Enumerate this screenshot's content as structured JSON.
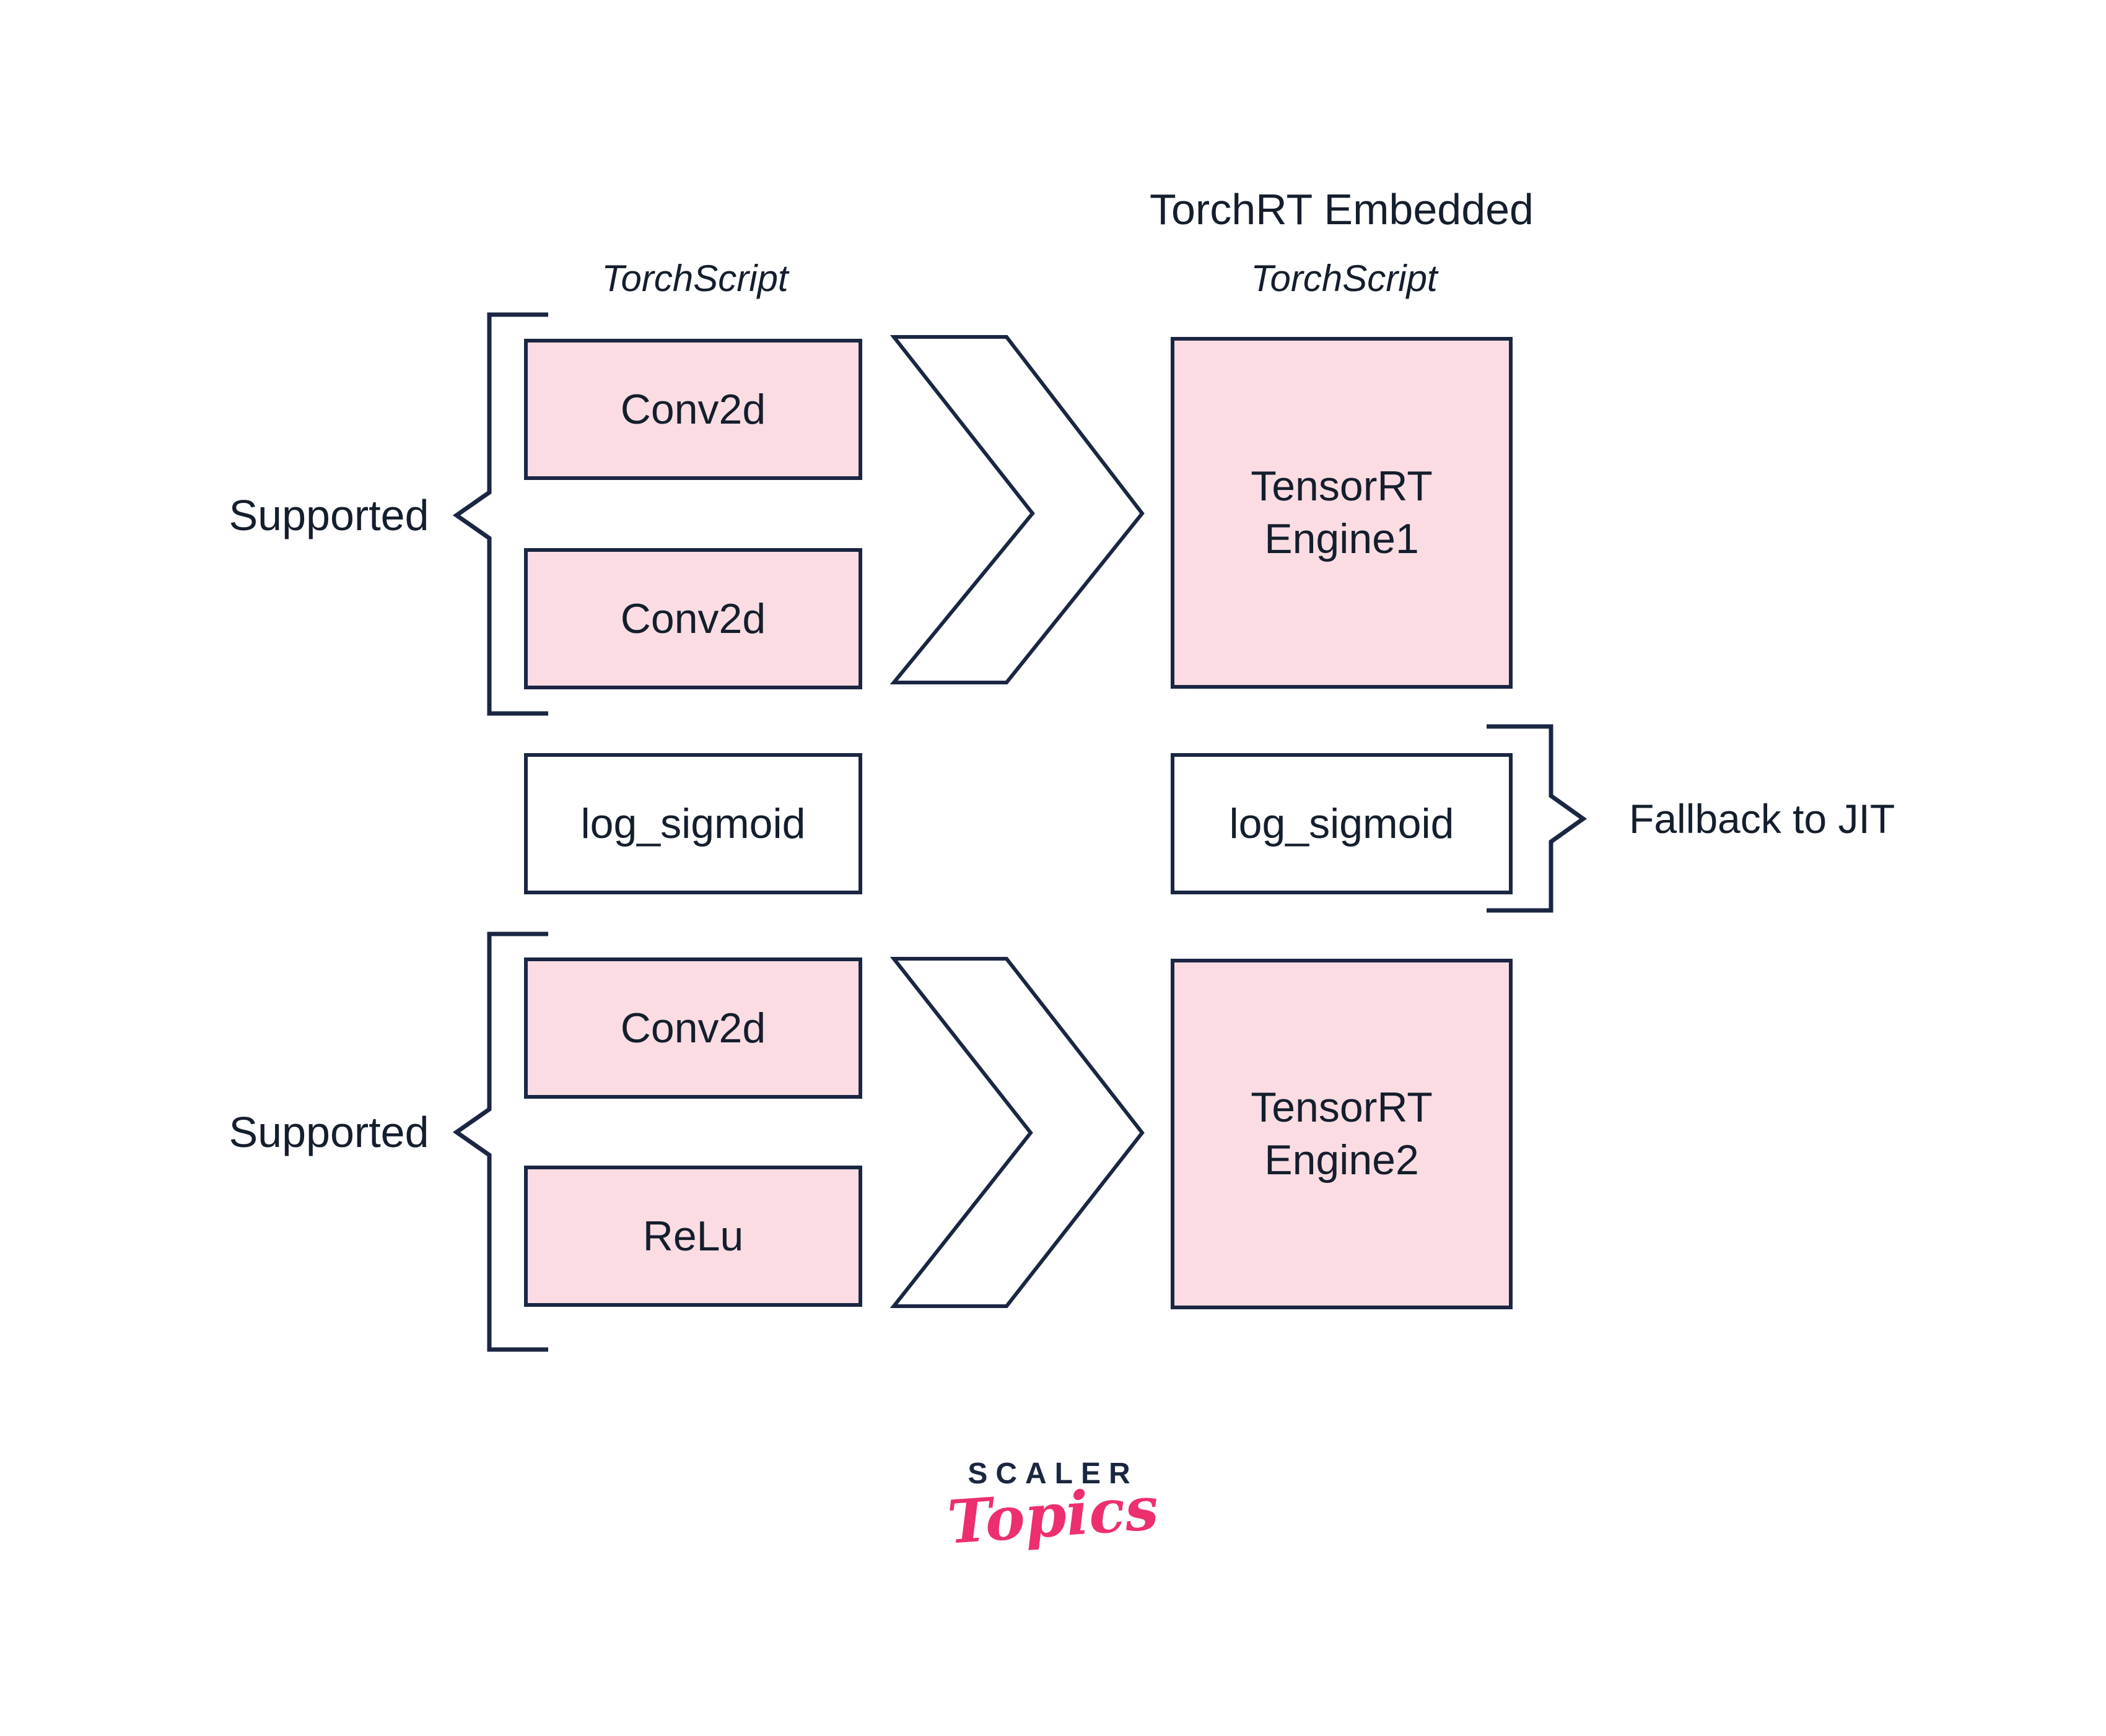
{
  "header": {
    "right_column_title": "TorchRT Embedded"
  },
  "column_labels": {
    "left": "TorchScript",
    "right": "TorchScript"
  },
  "left_column": {
    "boxes": [
      {
        "label": "Conv2d"
      },
      {
        "label": "Conv2d"
      },
      {
        "label": "log_sigmoid"
      },
      {
        "label": "Conv2d"
      },
      {
        "label": "ReLu"
      }
    ]
  },
  "right_column": {
    "engine1": {
      "line1": "TensorRT",
      "line2": "Engine1"
    },
    "fallback_box": {
      "label": "log_sigmoid"
    },
    "engine2": {
      "line1": "TensorRT",
      "line2": "Engine2"
    }
  },
  "annotations": {
    "supported_top": "Supported",
    "supported_bottom": "Supported",
    "fallback_note": "Fallback to JIT"
  },
  "logo": {
    "primary": "SCALER",
    "secondary": "Topics"
  },
  "colors": {
    "line": "#1a2642",
    "box_fill_pink": "#fbdce3",
    "box_fill_white": "#ffffff",
    "text": "#141e2c",
    "logo_navy": "#1b2740",
    "logo_pink": "#ed2f6e"
  }
}
